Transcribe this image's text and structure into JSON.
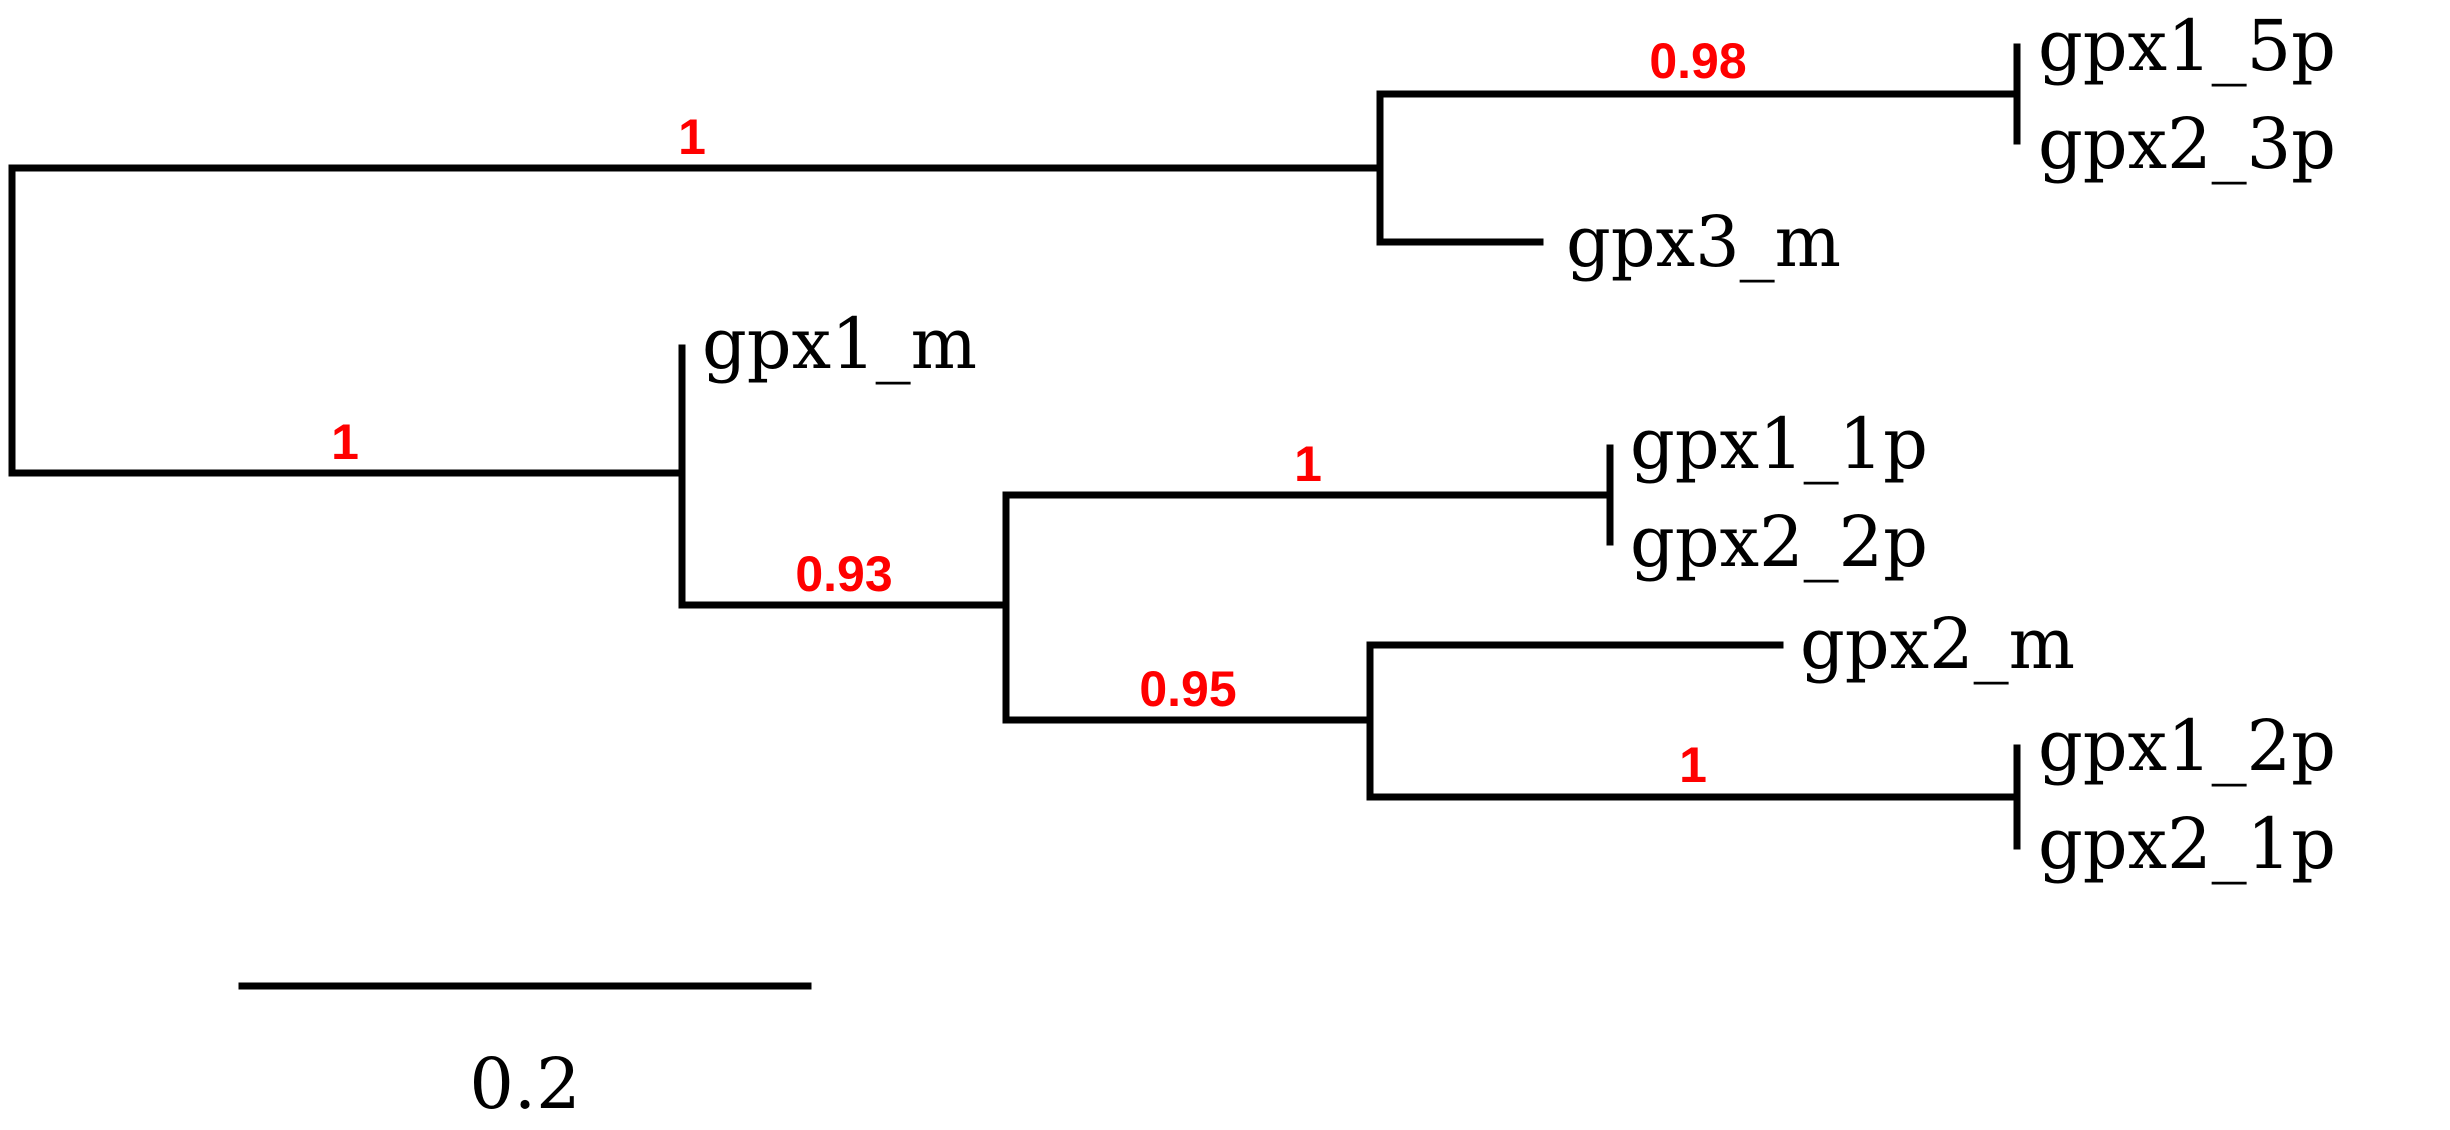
{
  "colors": {
    "branch": "#000000",
    "support": "#ff0000",
    "label": "#000000"
  },
  "tree": {
    "leaves": [
      {
        "id": "l1",
        "label": "gpx1_5p"
      },
      {
        "id": "l2",
        "label": "gpx2_3p"
      },
      {
        "id": "l3",
        "label": "gpx3_m"
      },
      {
        "id": "l4",
        "label": "gpx1_m"
      },
      {
        "id": "l5",
        "label": "gpx1_1p"
      },
      {
        "id": "l6",
        "label": "gpx2_2p"
      },
      {
        "id": "l7",
        "label": "gpx2_m"
      },
      {
        "id": "l8",
        "label": "gpx1_2p"
      },
      {
        "id": "l9",
        "label": "gpx2_1p"
      }
    ],
    "supports": [
      {
        "id": "s1",
        "value": "0.98"
      },
      {
        "id": "s2",
        "value": "1"
      },
      {
        "id": "s3",
        "value": "1"
      },
      {
        "id": "s4",
        "value": "1"
      },
      {
        "id": "s5",
        "value": "0.93"
      },
      {
        "id": "s6",
        "value": "0.95"
      },
      {
        "id": "s7",
        "value": "1"
      }
    ],
    "scale_bar": {
      "label": "0.2"
    }
  }
}
